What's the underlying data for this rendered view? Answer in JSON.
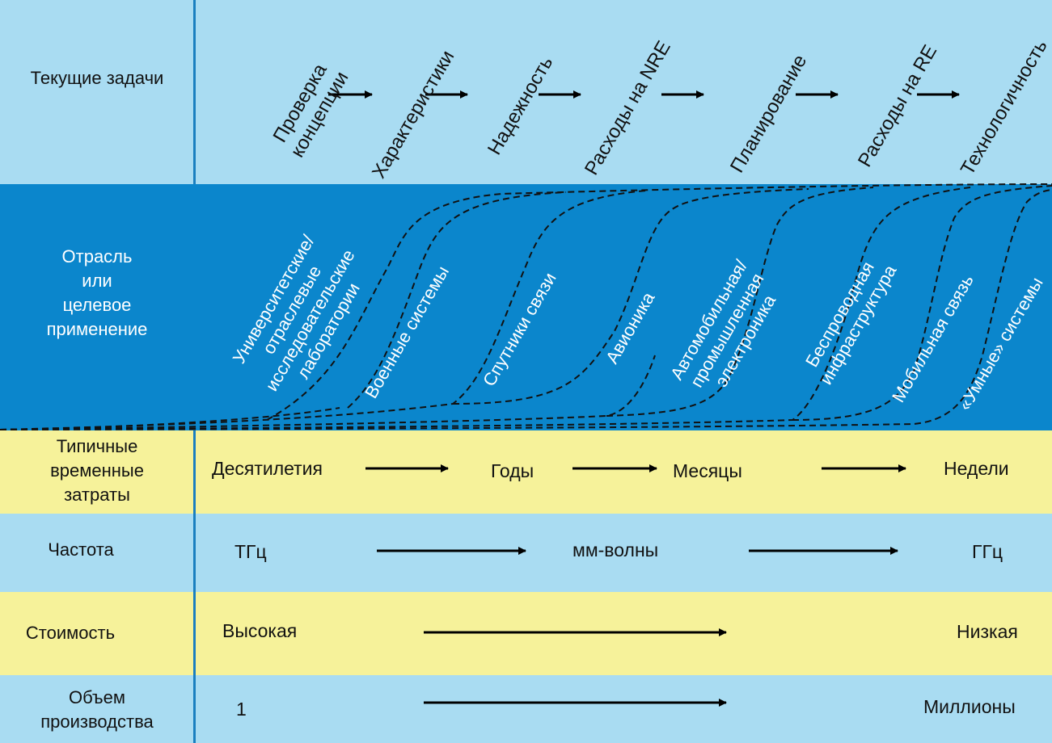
{
  "rows": {
    "tasks": {
      "label": "Текущие задачи",
      "items": [
        "Проверка\nконцепции",
        "Характеристики",
        "Надежность",
        "Расходы на NRE",
        "Планирование",
        "Расходы на RE",
        "Технологичность"
      ]
    },
    "industry": {
      "label": "Отрасль\nили\nцелевое\nприменение",
      "items": [
        "Университетские/\nотраслевые\nисследовательские\nлаборатории",
        "Военные системы",
        "Спутники связи",
        "Авионика",
        "Автомобильная/\nпромышленная\nэлектроника",
        "Беспроводная\nинфраструктура",
        "Мобильная связь",
        "«Умные» системы"
      ]
    },
    "time": {
      "label": "Типичные\nвременные\nзатраты",
      "items": [
        "Десятилетия",
        "Годы",
        "Месяцы",
        "Недели"
      ]
    },
    "frequency": {
      "label": "Частота",
      "items": [
        "ТГц",
        "мм-волны",
        "ГГц"
      ]
    },
    "cost": {
      "label": "Стоимость",
      "items": [
        "Высокая",
        "Низкая"
      ]
    },
    "volume": {
      "label": "Объем\nпроизводства",
      "items": [
        "1",
        "Миллионы"
      ]
    }
  },
  "colors": {
    "light_blue": "#a9dcf2",
    "dark_blue": "#0b86cc",
    "yellow": "#f6f29a",
    "divider": "#1a7fc0"
  }
}
